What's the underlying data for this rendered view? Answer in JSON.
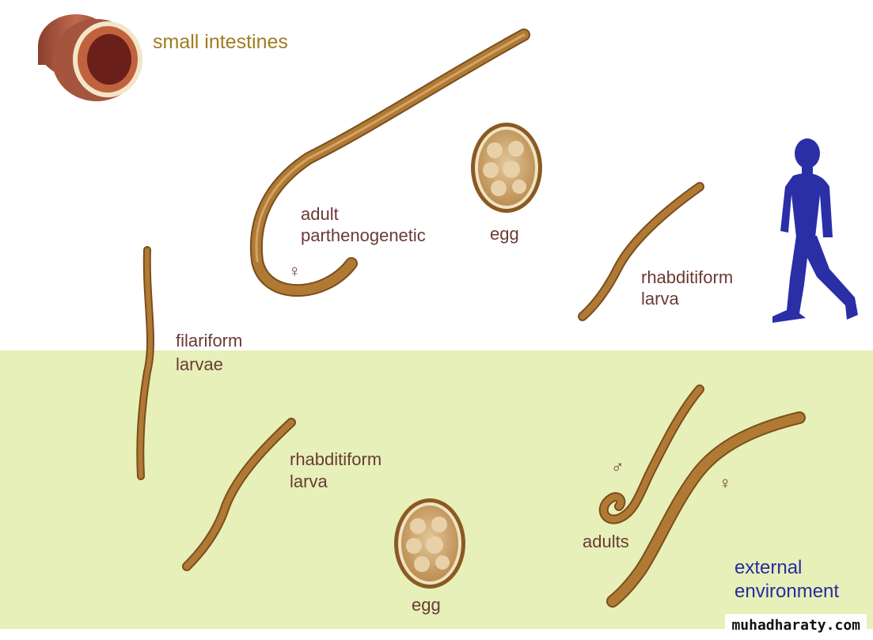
{
  "labels": {
    "small_intestines": "small intestines",
    "adult_parthenogenetic_line1": "adult",
    "adult_parthenogenetic_line2": "parthenogenetic",
    "egg_top": "egg",
    "rhabditiform_top_line1": "rhabditiform",
    "rhabditiform_top_line2": "larva",
    "filariform_line1": "filariform",
    "filariform_line2": "larvae",
    "rhabditiform_bottom_line1": "rhabditiform",
    "rhabditiform_bottom_line2": "larva",
    "egg_bottom": "egg",
    "adults": "adults",
    "external_line1": "external",
    "external_line2": "environment",
    "female_symbol_top": "♀",
    "male_symbol": "♂",
    "female_symbol_bottom": "♀"
  },
  "watermark": "muhadharaty.com",
  "colors": {
    "external_background": "#e6f0b8",
    "worm_body": "#b07a35",
    "worm_outline": "#7a4e1c",
    "egg_fill": "#c49a5c",
    "egg_shell": "#8a5a22",
    "human_silhouette": "#2a2fa6",
    "intestine_outer": "#a5553e",
    "intestine_lumen": "#6a1f1a"
  },
  "icons": [
    "small-intestine-icon",
    "human-silhouette-icon"
  ]
}
